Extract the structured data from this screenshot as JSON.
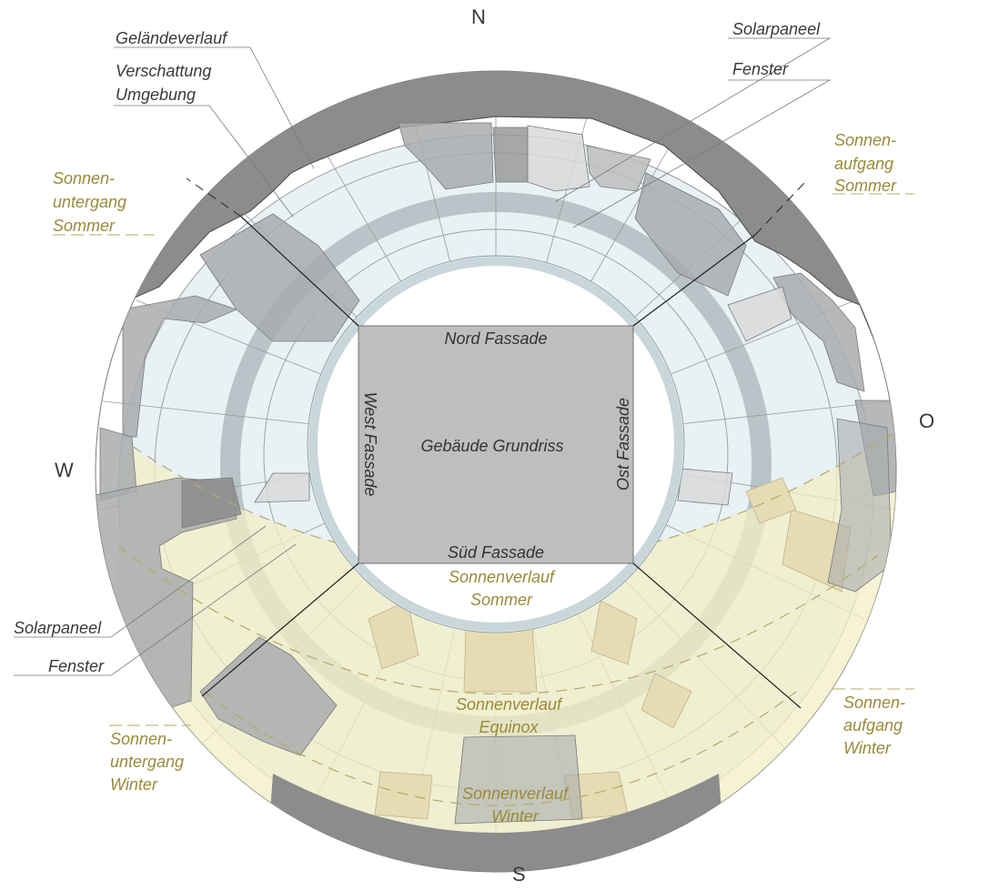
{
  "compass": {
    "north": "N",
    "east": "O",
    "south": "S",
    "west": "W"
  },
  "building": {
    "title": "Gebäude Grundriss",
    "north_facade": "Nord Fassade",
    "south_facade": "Süd Fassade",
    "east_facade": "Ost Fassade",
    "west_facade": "West Fassade"
  },
  "labels": {
    "terrain": "Geländeverlauf",
    "shading_line1": "Verschattung",
    "shading_line2": "Umgebung",
    "solar_panel_top": "Solarpaneel",
    "window_top": "Fenster",
    "solar_panel_left": "Solarpaneel",
    "window_left": "Fenster"
  },
  "sun_labels": {
    "sunset_summer": [
      "Sonnen-",
      "untergang",
      "Sommer"
    ],
    "sunrise_summer": [
      "Sonnen-",
      "aufgang",
      "Sommer"
    ],
    "sunset_winter": [
      "Sonnen-",
      "untergang",
      "Winter"
    ],
    "sunrise_winter": [
      "Sonnen-",
      "aufgang",
      "Winter"
    ],
    "path_summer": [
      "Sonnenverlauf",
      "Sommer"
    ],
    "path_equinox": [
      "Sonnenverlauf",
      "Equinox"
    ],
    "path_winter": [
      "Sonnenverlauf",
      "Winter"
    ]
  },
  "colors": {
    "sky_fill": "#e8f1f4",
    "sun_area": "#f3edc6",
    "terrain_dark": "#8c8c8c",
    "shading_gray": "#a9acae",
    "building": "#bebebe",
    "label_gold": "#9a8a3a"
  }
}
